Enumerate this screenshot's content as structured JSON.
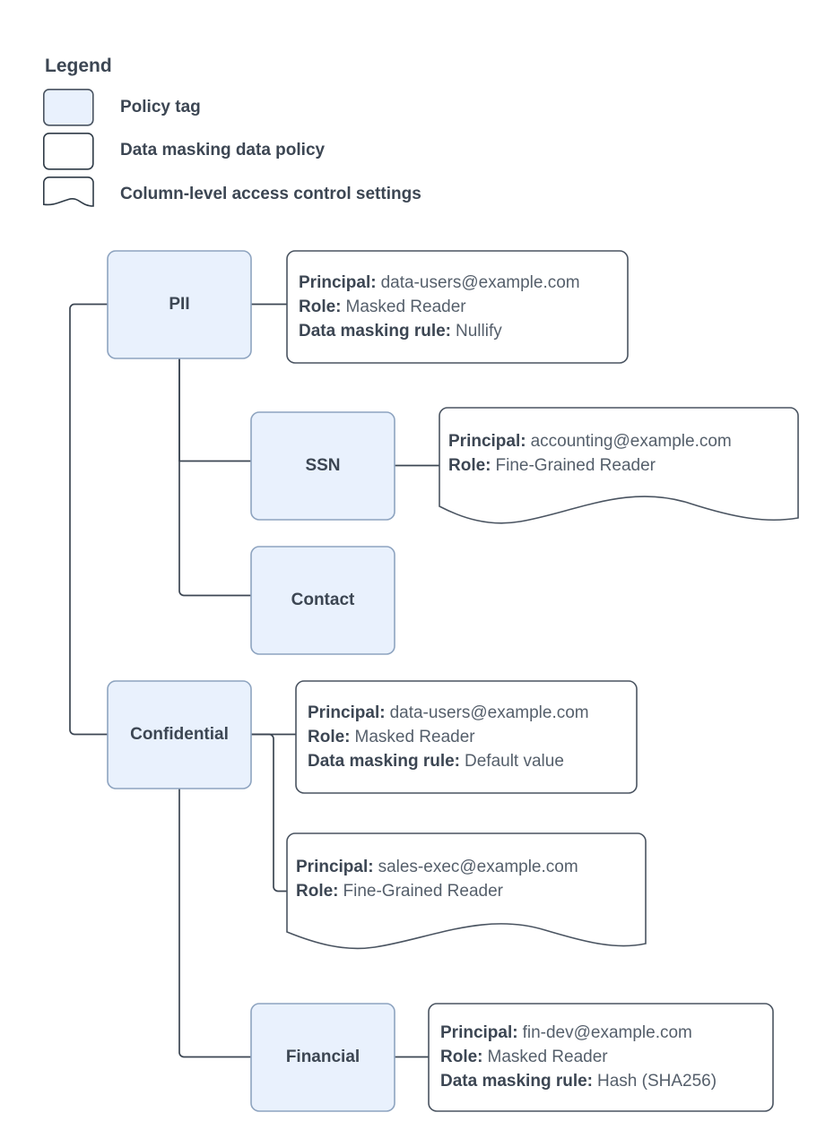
{
  "legend": {
    "title": "Legend",
    "items": [
      {
        "shape": "rounded-rect-filled",
        "label": "Policy tag"
      },
      {
        "shape": "rounded-rect",
        "label": "Data masking data policy"
      },
      {
        "shape": "document-wave",
        "label": "Column-level access control settings"
      }
    ]
  },
  "colors": {
    "policy_tag_fill": "#e9f1fd",
    "policy_tag_stroke": "#8ea4c0",
    "box_stroke": "#4a5461",
    "text": "#3c4653",
    "value_text": "#555f6b",
    "background": "#ffffff"
  },
  "nodes": [
    {
      "id": "pii",
      "label": "PII"
    },
    {
      "id": "ssn",
      "label": "SSN"
    },
    {
      "id": "contact",
      "label": "Contact"
    },
    {
      "id": "confidential",
      "label": "Confidential"
    },
    {
      "id": "financial",
      "label": "Financial"
    }
  ],
  "details": [
    {
      "id": "pii-detail",
      "attached_to": "PII",
      "shape": "rounded-rect",
      "lines": [
        {
          "key": "Principal:",
          "value": "data-users@example.com"
        },
        {
          "key": "Role:",
          "value": "Masked Reader"
        },
        {
          "key": "Data masking rule:",
          "value": "Nullify"
        }
      ]
    },
    {
      "id": "ssn-detail",
      "attached_to": "SSN",
      "shape": "document-wave",
      "lines": [
        {
          "key": "Principal:",
          "value": "accounting@example.com"
        },
        {
          "key": "Role:",
          "value": "Fine-Grained Reader"
        }
      ]
    },
    {
      "id": "confidential-detail",
      "attached_to": "Confidential",
      "shape": "rounded-rect",
      "lines": [
        {
          "key": "Principal:",
          "value": "data-users@example.com"
        },
        {
          "key": "Role:",
          "value": "Masked Reader"
        },
        {
          "key": "Data masking rule:",
          "value": "Default value"
        }
      ]
    },
    {
      "id": "confidential-detail-2",
      "attached_to": "Confidential",
      "shape": "document-wave",
      "lines": [
        {
          "key": "Principal:",
          "value": "sales-exec@example.com"
        },
        {
          "key": "Role:",
          "value": "Fine-Grained Reader"
        }
      ]
    },
    {
      "id": "financial-detail",
      "attached_to": "Financial",
      "shape": "rounded-rect",
      "lines": [
        {
          "key": "Principal:",
          "value": "fin-dev@example.com"
        },
        {
          "key": "Role:",
          "value": "Masked Reader"
        },
        {
          "key": "Data masking rule:",
          "value": "Hash (SHA256)"
        }
      ]
    }
  ]
}
